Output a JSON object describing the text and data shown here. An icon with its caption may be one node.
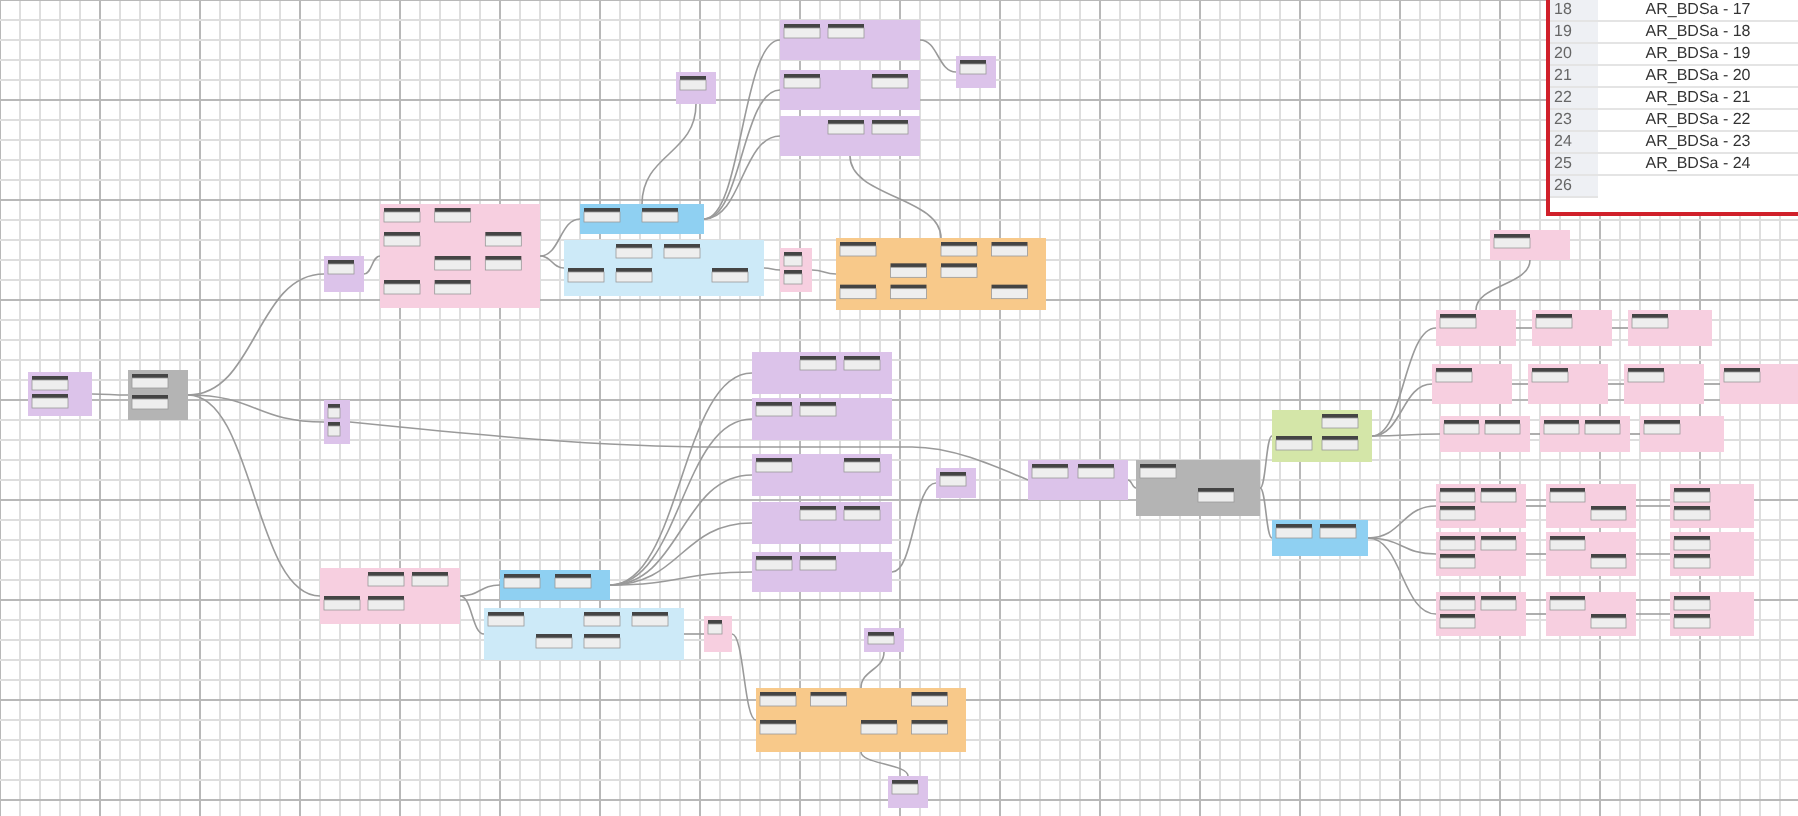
{
  "diagram": {
    "nodes": [
      {
        "text": [],
        "shape": "box"
      },
      {
        "text": [],
        "shape": "box"
      },
      {
        "text": [],
        "shape": "box"
      },
      {
        "text": [],
        "shape": "box"
      },
      {
        "text": [],
        "shape": "box"
      },
      {
        "text": [],
        "shape": "box"
      },
      {
        "text": [],
        "shape": "box"
      },
      {
        "text": [],
        "shape": "box"
      },
      {
        "text": [],
        "shape": "box"
      },
      {
        "text": [],
        "shape": "box"
      },
      {
        "text": [],
        "shape": "box"
      },
      {
        "text": [],
        "shape": "box"
      },
      {
        "text": [],
        "shape": "box"
      },
      {
        "text": [],
        "shape": "box"
      },
      {
        "text": [],
        "shape": "box"
      },
      {
        "text": [],
        "shape": "box"
      },
      {
        "text": [],
        "shape": "box"
      },
      {
        "text": [],
        "shape": "box"
      },
      {
        "text": [],
        "shape": "box"
      },
      {
        "text": [],
        "shape": "box"
      },
      {
        "text": [],
        "shape": "box"
      },
      {
        "text": [],
        "shape": "box"
      },
      {
        "text": [],
        "shape": "box"
      },
      {
        "text": [],
        "shape": "box"
      },
      {
        "text": [],
        "shape": "box"
      },
      {
        "text": [],
        "shape": "box"
      },
      {
        "text": [],
        "shape": "box"
      },
      {
        "text": [],
        "shape": "box"
      },
      {
        "text": [],
        "shape": "box"
      },
      {
        "text": [],
        "shape": "box"
      },
      {
        "text": [],
        "shape": "box"
      },
      {
        "text": [],
        "shape": "box"
      },
      {
        "text": [],
        "shape": "box"
      },
      {
        "text": [],
        "shape": "box"
      },
      {
        "text": [],
        "shape": "box"
      },
      {
        "text": [],
        "shape": "box"
      },
      {
        "text": [],
        "shape": "box"
      },
      {
        "text": [],
        "shape": "box"
      },
      {
        "text": [],
        "shape": "box"
      },
      {
        "text": [],
        "shape": "box"
      },
      {
        "text": [],
        "shape": "box"
      },
      {
        "text": [],
        "shape": "box"
      },
      {
        "text": [],
        "shape": "box"
      },
      {
        "text": [],
        "shape": "box"
      },
      {
        "text": [],
        "shape": "box"
      },
      {
        "text": [],
        "shape": "box"
      },
      {
        "text": [],
        "shape": "box"
      },
      {
        "text": [],
        "shape": "box"
      },
      {
        "text": [],
        "shape": "box"
      },
      {
        "text": [],
        "shape": "box"
      },
      {
        "text": [],
        "shape": "box"
      }
    ],
    "edges": [
      {
        "from": 0,
        "to": 1,
        "arrow": "none"
      },
      {
        "from": 1,
        "to": 2,
        "arrow": "none"
      },
      {
        "from": 1,
        "to": 13,
        "arrow": "none"
      },
      {
        "from": 1,
        "to": 20,
        "arrow": "none"
      },
      {
        "from": 2,
        "to": 3,
        "arrow": "none"
      },
      {
        "from": 3,
        "to": 4,
        "arrow": "none"
      },
      {
        "from": 3,
        "to": 5,
        "arrow": "none"
      },
      {
        "from": 4,
        "to": 8,
        "arrow": "none"
      },
      {
        "from": 4,
        "to": 9,
        "arrow": "none"
      },
      {
        "from": 4,
        "to": 10,
        "arrow": "none"
      },
      {
        "from": 4,
        "to": 11,
        "arrow": "none"
      },
      {
        "from": 9,
        "to": 12,
        "arrow": "none"
      },
      {
        "from": 11,
        "to": 7,
        "arrow": "none"
      },
      {
        "from": 5,
        "to": 6,
        "arrow": "none"
      },
      {
        "from": 6,
        "to": 7,
        "arrow": "none"
      },
      {
        "from": 13,
        "to": 27,
        "arrow": "none"
      },
      {
        "from": 20,
        "to": 21,
        "arrow": "none"
      },
      {
        "from": 20,
        "to": 22,
        "arrow": "none"
      },
      {
        "from": 21,
        "to": 14,
        "arrow": "none"
      },
      {
        "from": 21,
        "to": 15,
        "arrow": "none"
      },
      {
        "from": 21,
        "to": 16,
        "arrow": "none"
      },
      {
        "from": 21,
        "to": 17,
        "arrow": "none"
      },
      {
        "from": 21,
        "to": 18,
        "arrow": "none"
      },
      {
        "from": 18,
        "to": 19,
        "arrow": "none"
      },
      {
        "from": 22,
        "to": 23,
        "arrow": "none"
      },
      {
        "from": 23,
        "to": 24,
        "arrow": "none"
      },
      {
        "from": 24,
        "to": 25,
        "arrow": "none"
      },
      {
        "from": 24,
        "to": 26,
        "arrow": "none"
      },
      {
        "from": 27,
        "to": 28,
        "arrow": "none"
      },
      {
        "from": 28,
        "to": 29,
        "arrow": "none"
      },
      {
        "from": 28,
        "to": 30,
        "arrow": "none"
      },
      {
        "from": 29,
        "to": 32,
        "arrow": "none"
      },
      {
        "from": 29,
        "to": 35,
        "arrow": "none"
      },
      {
        "from": 29,
        "to": 39,
        "arrow": "none"
      },
      {
        "from": 32,
        "to": 31,
        "arrow": "none"
      },
      {
        "from": 32,
        "to": 33,
        "arrow": "none"
      },
      {
        "from": 33,
        "to": 34,
        "arrow": "none"
      },
      {
        "from": 35,
        "to": 36,
        "arrow": "none"
      },
      {
        "from": 36,
        "to": 37,
        "arrow": "none"
      },
      {
        "from": 37,
        "to": 38,
        "arrow": "none"
      },
      {
        "from": 39,
        "to": 40,
        "arrow": "none"
      },
      {
        "from": 40,
        "to": 41,
        "arrow": "none"
      },
      {
        "from": 30,
        "to": 42,
        "arrow": "none"
      },
      {
        "from": 30,
        "to": 45,
        "arrow": "none"
      },
      {
        "from": 30,
        "to": 48,
        "arrow": "none"
      },
      {
        "from": 42,
        "to": 43,
        "arrow": "none"
      },
      {
        "from": 43,
        "to": 44,
        "arrow": "none"
      },
      {
        "from": 45,
        "to": 46,
        "arrow": "none"
      },
      {
        "from": 46,
        "to": 47,
        "arrow": "none"
      },
      {
        "from": 48,
        "to": 49,
        "arrow": "none"
      },
      {
        "from": 49,
        "to": 50,
        "arrow": "none"
      }
    ],
    "labels": [
      "18",
      "AR_BDSa - 17",
      "19",
      "AR_BDSa - 18",
      "20",
      "AR_BDSa - 19",
      "21",
      "AR_BDSa - 20",
      "22",
      "AR_BDSa - 21",
      "23",
      "AR_BDSa - 22",
      "24",
      "AR_BDSa - 23",
      "25",
      "AR_BDSa - 24",
      "26"
    ]
  }
}
